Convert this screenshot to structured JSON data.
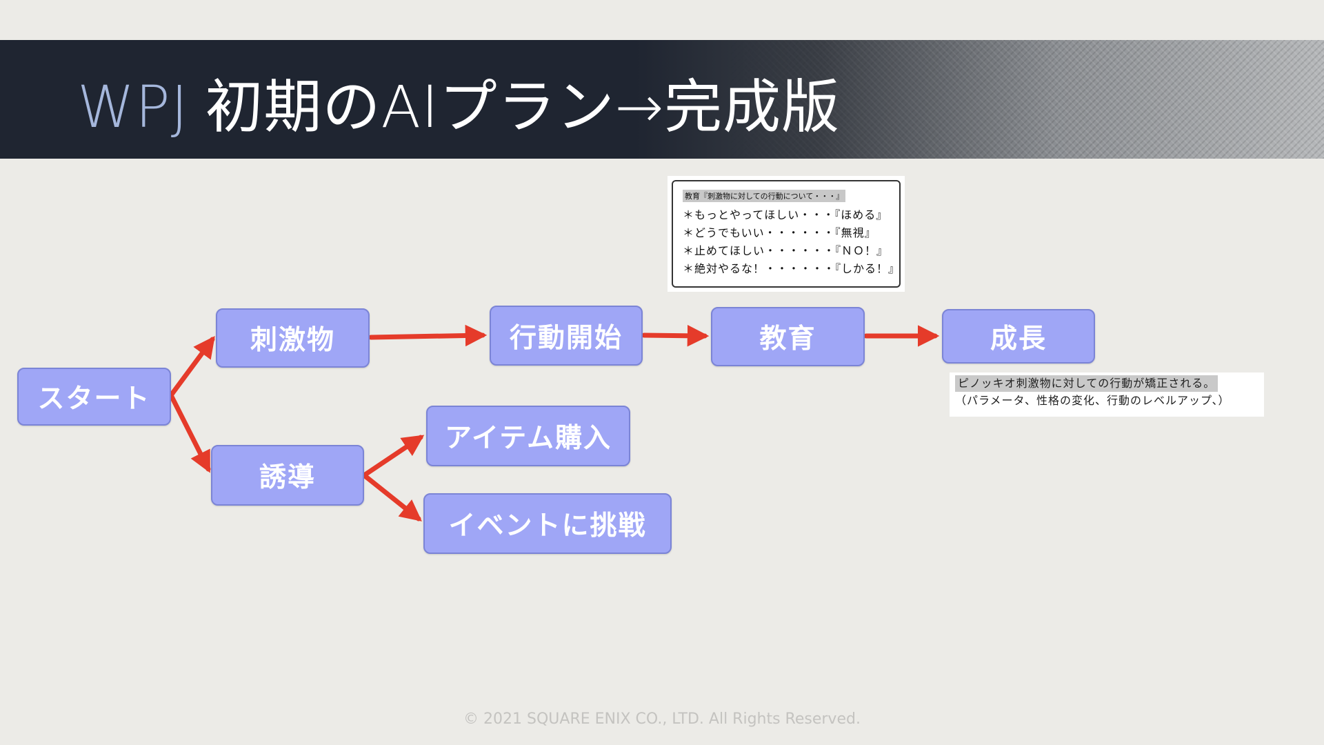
{
  "slide": {
    "title_prefix": "WPJ",
    "title_main": "初期のAIプラン→完成版",
    "copyright": "© 2021 SQUARE ENIX CO., LTD. All Rights Reserved."
  },
  "colors": {
    "node_fill": "#9fa6f6",
    "node_border": "#7b84d6",
    "arrow": "#e53b2a",
    "title_prefix": "#a5b7dc"
  },
  "nodes": {
    "start": "スタート",
    "stimulus": "刺激物",
    "action_start": "行動開始",
    "education": "教育",
    "growth": "成長",
    "guidance": "誘導",
    "item_purchase": "アイテム購入",
    "event_challenge": "イベントに挑戦"
  },
  "education_note": {
    "header": "教育『刺激物に対しての行動について・・・』",
    "lines": [
      "＊もっとやってほしい・・・『ほめる』",
      "＊どうでもいい・・・・・・『無視』",
      "＊止めてほしい・・・・・・『ＮＯ！』",
      "＊絶対やるな！・・・・・・『しかる！』"
    ]
  },
  "growth_note": {
    "line1": "ピノッキオ刺激物に対しての行動が矯正される。",
    "line2": "（パラメータ、性格の変化、行動のレベルアップ、）"
  }
}
